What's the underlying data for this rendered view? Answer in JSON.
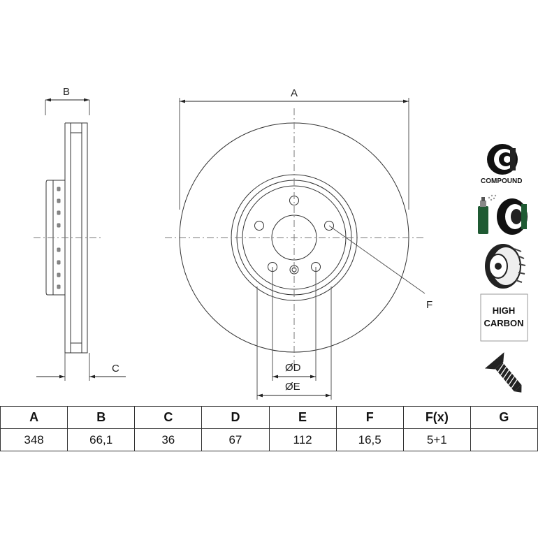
{
  "dimension_labels": {
    "a": "A",
    "b": "B",
    "c": "C",
    "d": "ØD",
    "e": "ØE",
    "f": "F"
  },
  "icons": {
    "compound": {
      "icon": "disc-compound-icon",
      "label": "COMPOUND"
    },
    "coated": {
      "icon": "coated-disc-spray-icon"
    },
    "vented": {
      "icon": "vented-disc-icon"
    },
    "high_carbon": {
      "line1": "HIGH",
      "line2": "CARBON"
    },
    "screw": {
      "icon": "countersunk-screw-icon"
    }
  },
  "table": {
    "headers": [
      "A",
      "B",
      "C",
      "D",
      "E",
      "F",
      "F(x)",
      "G"
    ],
    "values": [
      "348",
      "66,1",
      "36",
      "67",
      "112",
      "16,5",
      "5+1",
      ""
    ]
  }
}
